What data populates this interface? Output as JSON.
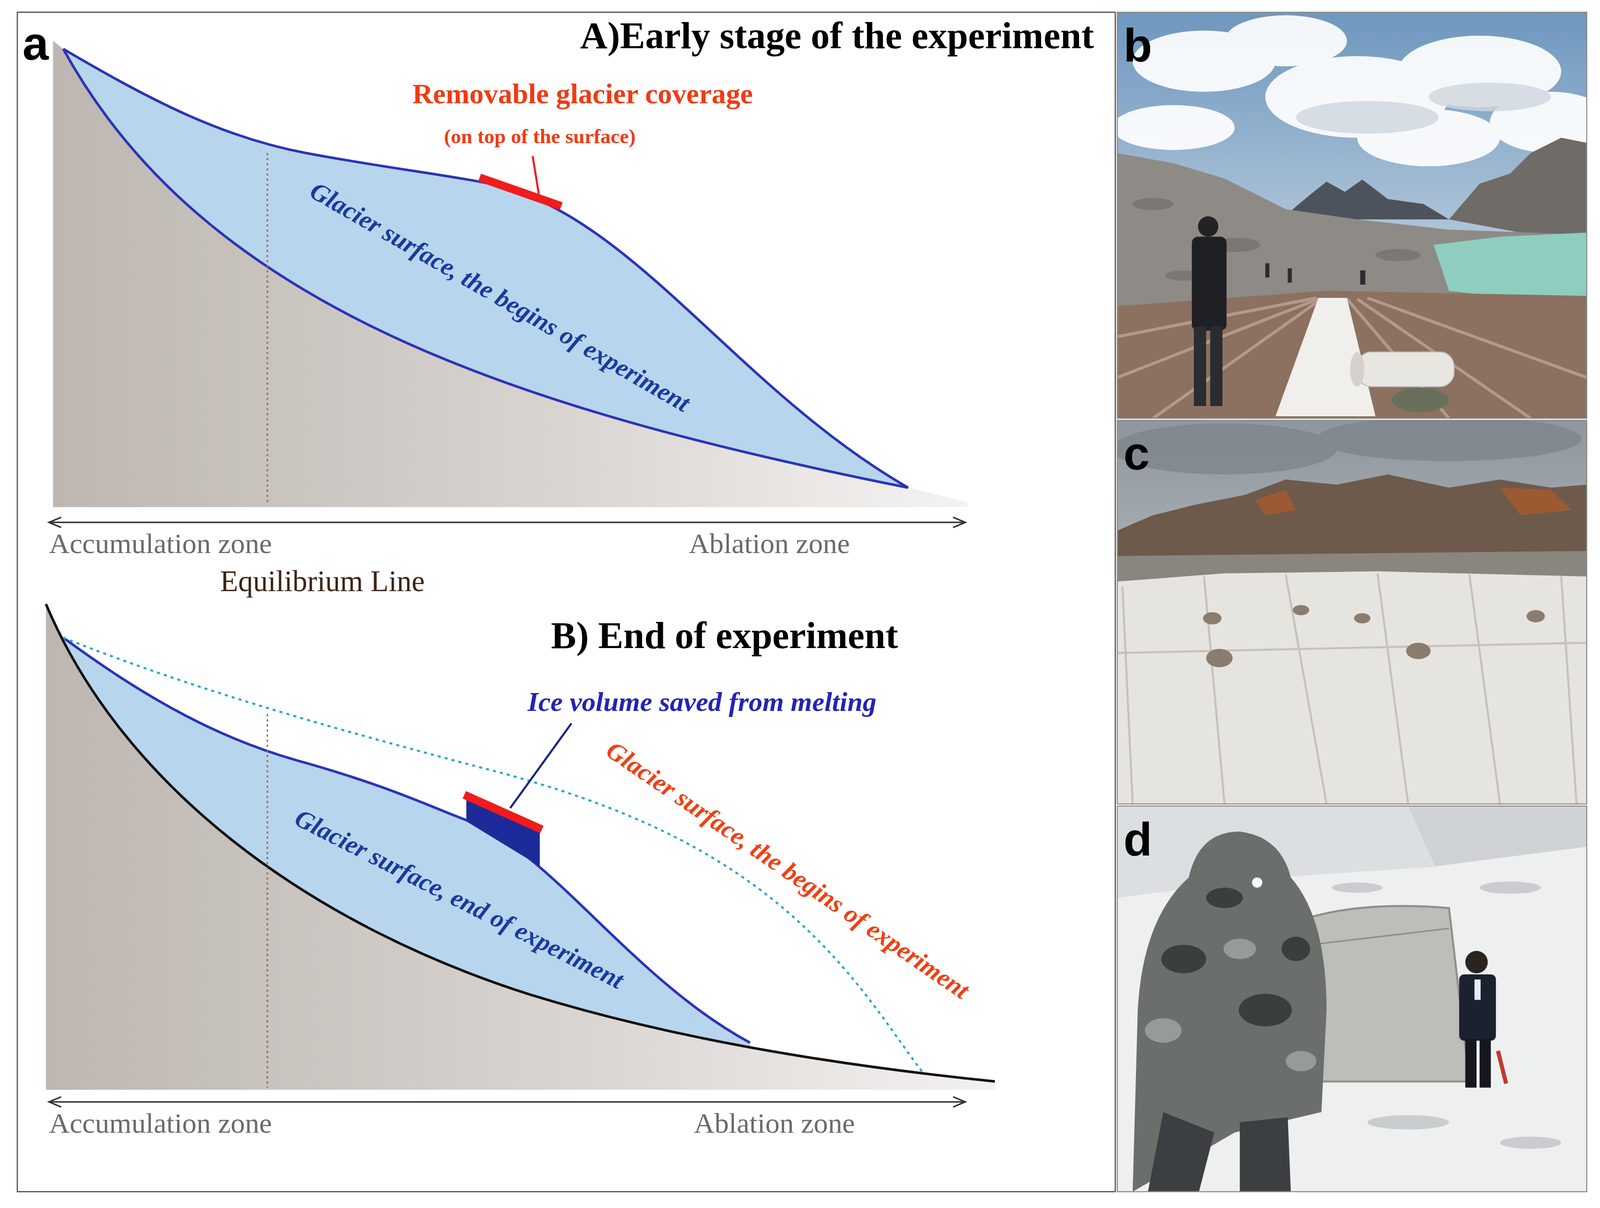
{
  "diagram": {
    "labels": [
      "a",
      "A)Early stage of the experiment",
      "Removable glacier coverage",
      "(on top of the surface)",
      "Glacier surface, the begins of experiment",
      "Accumulation zone",
      "Ablation zone",
      "Equilibrium Line",
      "B) End of experiment",
      "Ice volume saved from melting",
      "Glacier surface, end of experiment",
      "Glacier surface, the begins of experiment",
      "Accumulation zone",
      "Ablation zone",
      "b",
      "c",
      "d"
    ]
  }
}
